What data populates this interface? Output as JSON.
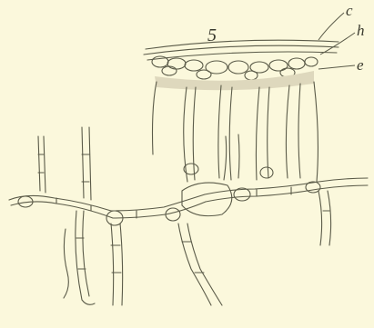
{
  "figure": {
    "number": "5",
    "labels": [
      "c",
      "h",
      "e"
    ],
    "colors": {
      "paper": "#fbf8dc",
      "ink": "#4a4a3a",
      "shade": "#d9d3b6"
    }
  }
}
